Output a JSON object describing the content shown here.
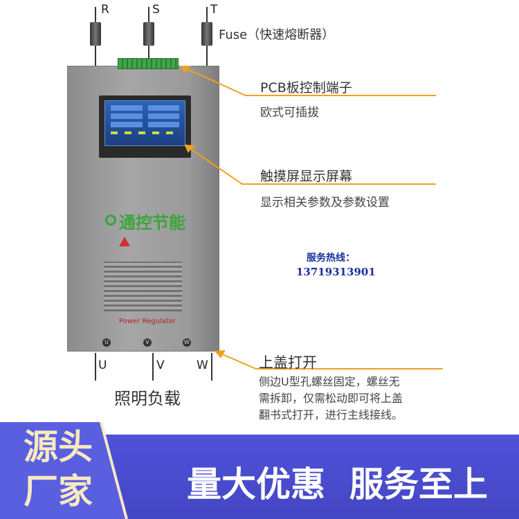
{
  "phases_top": [
    "R",
    "S",
    "T"
  ],
  "fuse_label": "Fuse（快速熔断器）",
  "callouts": [
    {
      "title": "PCB板控制端子",
      "desc": "欧式可插拔"
    },
    {
      "title": "触摸屏显示屏幕",
      "desc": "显示相关参数及参数设置"
    },
    {
      "title": "上盖打开",
      "desc": [
        "侧边U型孔螺丝固定，螺丝无",
        "需拆卸，仅需松动即可将上盖",
        "翻书式打开，进行主线接线。"
      ]
    }
  ],
  "service": {
    "label": "服务热线：",
    "phone": "13719313901"
  },
  "device": {
    "logo": "通控节能",
    "model": "Power Regulator",
    "outputs": [
      "U",
      "V",
      "W"
    ]
  },
  "phases_bottom": [
    "U",
    "V",
    "W"
  ],
  "load_label": "照明负载",
  "banner": {
    "left": [
      "源头",
      "厂家"
    ],
    "right": "量大优惠  服务至上"
  },
  "colors": {
    "accent": "#f0a020",
    "banner": "#4a4cd0",
    "banner_left": "#5a5fe0",
    "cream": "#f7e9c0",
    "phone": "#1a2fa0"
  }
}
